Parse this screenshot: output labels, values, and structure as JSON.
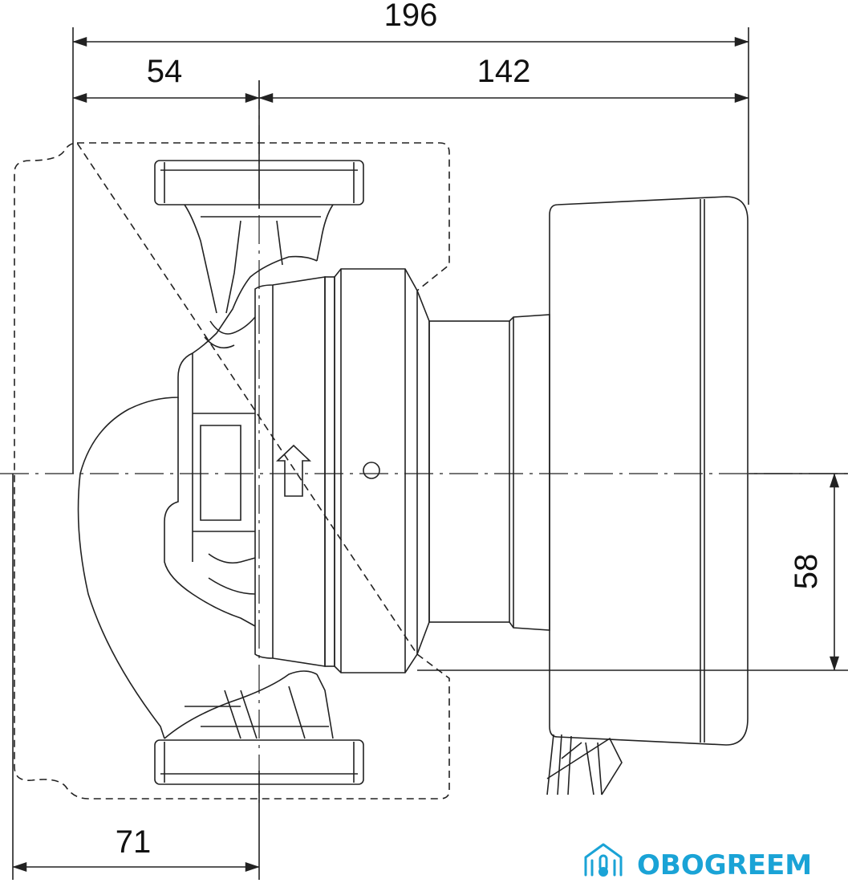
{
  "dimensions": {
    "overall_length": "196",
    "left_offset": "54",
    "right_length": "142",
    "axis_height": "58",
    "bottom_offset": "71"
  },
  "logo": {
    "text": "OBOGREEM",
    "icon": "house-thermometer-icon",
    "color": "#1aa3d6"
  },
  "colors": {
    "line": "#222222"
  }
}
